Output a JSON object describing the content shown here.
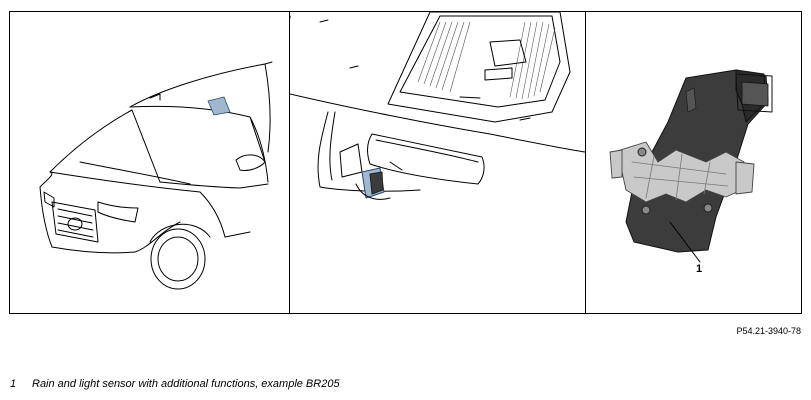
{
  "figure": {
    "reference_code": "P54.21-3940-78",
    "callout_number": "1"
  },
  "legend": {
    "items": [
      {
        "number": "1",
        "text": "Rain and light sensor with additional functions, example BR205"
      }
    ]
  },
  "colors": {
    "sensor_highlight": "#9fb8d0",
    "sensor_body": "#3c3c3c",
    "bracket": "#c9c9c9",
    "line": "#000000"
  },
  "icons": [
    "car-illustration",
    "windshield-sensor-illustration",
    "sensor-detail-illustration"
  ]
}
